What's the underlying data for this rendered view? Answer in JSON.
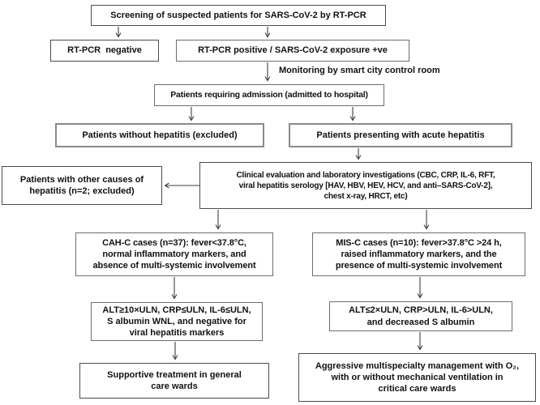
{
  "colors": {
    "background": "#ffffff",
    "box_border_dark": "#4c4c4c",
    "box_border_light": "#8a8a8a",
    "arrow": "#404040",
    "text": "#111111"
  },
  "boxes": {
    "screening": {
      "lines": [
        "Screening of suspected patients for SARS-CoV-2 by RT-PCR"
      ]
    },
    "negative": {
      "lines": [
        "RT-PCR  negative"
      ]
    },
    "positive": {
      "lines": [
        "RT-PCR positive / SARS-CoV-2 exposure +ve"
      ]
    },
    "admission": {
      "lines": [
        "Patients requiring admission (admitted to hospital)"
      ]
    },
    "no_hepatitis": {
      "lines": [
        "Patients without hepatitis (excluded)"
      ]
    },
    "acute_hepatitis": {
      "lines": [
        "Patients presenting with acute hepatitis"
      ]
    },
    "clinical": {
      "lines": [
        "Clinical evaluation and laboratory investigations (CBC, CRP, IL-6, RFT,",
        "viral hepatitis serology [HAV, HBV, HEV, HCV, and anti–SARS-CoV-2],",
        "chest x-ray, HRCT, etc)"
      ]
    },
    "other_causes": {
      "lines": [
        "Patients with other causes of",
        "hepatitis (n=2; excluded)"
      ]
    },
    "cahc": {
      "lines": [
        "CAH-C cases (n=37): fever<37.8°C,",
        "normal inflammatory markers, and",
        "absence of multi-systemic involvement"
      ]
    },
    "misc": {
      "lines": [
        "MIS-C cases (n=10): fever>37.8°C >24 h,",
        "raised inflammatory markers, and the",
        "presence of multi-systemic involvement"
      ]
    },
    "alt_cahc": {
      "lines": [
        "ALT≥10×ULN, CRP≤ULN, IL-6≤ULN,",
        "S albumin WNL, and negative for",
        "viral hepatitis markers"
      ]
    },
    "alt_misc": {
      "lines": [
        "ALT≤2×ULN, CRP>ULN, IL-6>ULN,",
        "and decreased S albumin"
      ]
    },
    "supportive": {
      "lines": [
        "Supportive treatment in general",
        "care wards"
      ]
    },
    "aggressive": {
      "lines": [
        "Aggressive multispecialty management with O₂,",
        "with or without mechanical ventilation in",
        "critical care wards"
      ]
    }
  },
  "labels": {
    "monitoring": "Monitoring by smart city control room"
  },
  "edges": [
    {
      "from": "screening",
      "to": "negative"
    },
    {
      "from": "screening",
      "to": "positive"
    },
    {
      "from": "positive",
      "to": "admission",
      "label": "Monitoring by smart city control room"
    },
    {
      "from": "admission",
      "to": "no_hepatitis"
    },
    {
      "from": "admission",
      "to": "acute_hepatitis"
    },
    {
      "from": "acute_hepatitis",
      "to": "clinical"
    },
    {
      "from": "clinical",
      "to": "other_causes"
    },
    {
      "from": "clinical",
      "to": "cahc"
    },
    {
      "from": "clinical",
      "to": "misc"
    },
    {
      "from": "cahc",
      "to": "alt_cahc"
    },
    {
      "from": "misc",
      "to": "alt_misc"
    },
    {
      "from": "alt_cahc",
      "to": "supportive"
    },
    {
      "from": "alt_misc",
      "to": "aggressive"
    }
  ]
}
